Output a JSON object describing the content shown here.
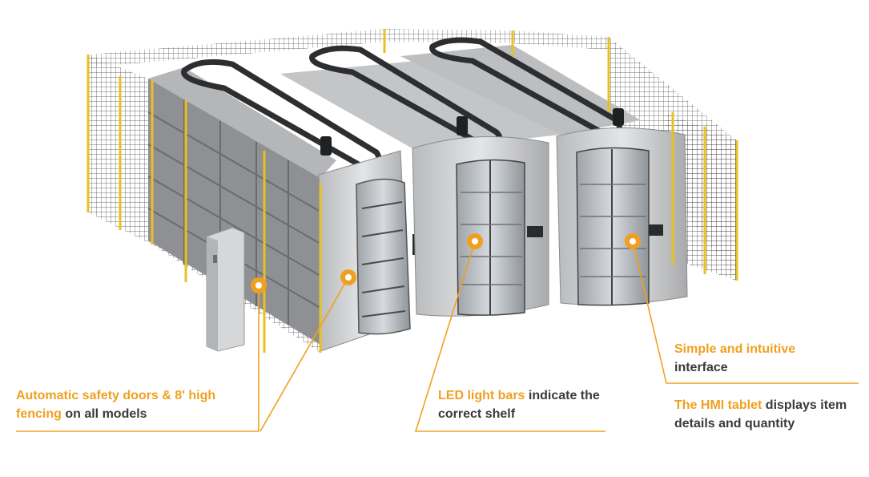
{
  "colors": {
    "accent": "#f0a020",
    "text": "#3a3a3a",
    "fence_post": "#e8c020",
    "cabinet": "#c9cacc"
  },
  "callouts": [
    {
      "highlight": "Automatic safety doors & 8' high fencing",
      "rest": " on all models"
    },
    {
      "highlight": "LED light bars",
      "rest": " indicate the correct shelf"
    },
    {
      "highlight": "Simple and intuitive",
      "rest": " interface"
    },
    {
      "highlight": "The HMI tablet",
      "rest": " displays item details and quantity"
    }
  ],
  "icons": [
    "callout-marker-icon",
    "hmi-tablet-icon",
    "control-cabinet-icon"
  ]
}
